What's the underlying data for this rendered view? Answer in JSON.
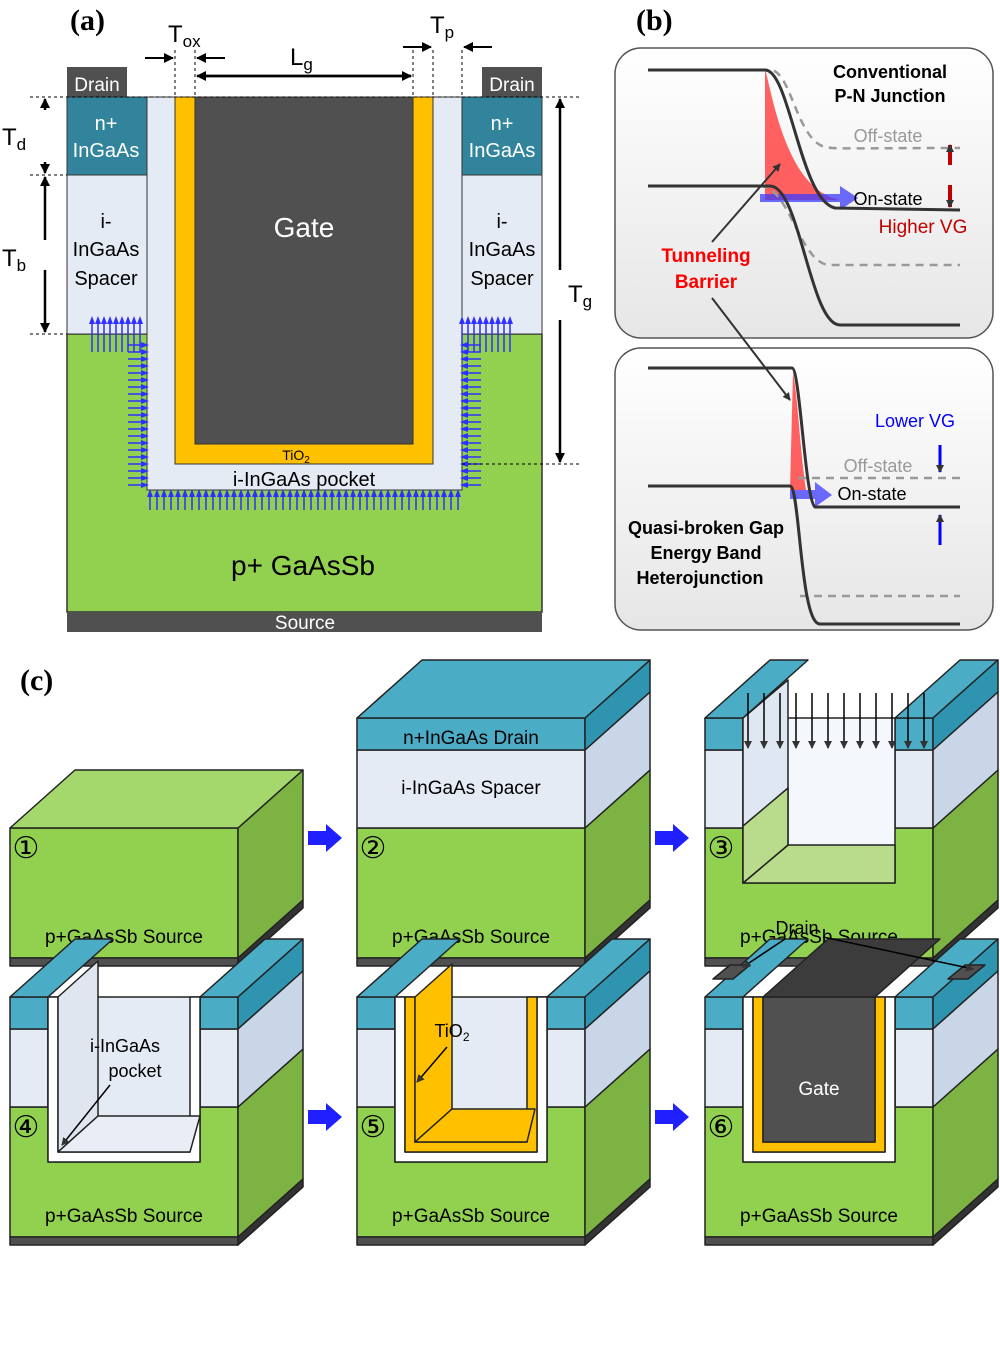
{
  "panels": {
    "a": "(a)",
    "b": "(b)",
    "c": "(c)"
  },
  "panel_a": {
    "drain_left": "Drain",
    "drain_right": "Drain",
    "n_plus": "n+",
    "ingaas": "InGaAs",
    "i_dash": "i-",
    "spacer_ingaas": "InGaAs",
    "spacer": "Spacer",
    "gate": "Gate",
    "tio2": "TiO",
    "tio2_sub": "2",
    "pocket": "i-InGaAs pocket",
    "substrate": "p+ GaAsSb",
    "source": "Source",
    "dim_tox": "T",
    "dim_tox_sub": "ox",
    "dim_lg": "L",
    "dim_lg_sub": "g",
    "dim_tp": "T",
    "dim_tp_sub": "p",
    "dim_td": "T",
    "dim_td_sub": "d",
    "dim_tb": "T",
    "dim_tb_sub": "b",
    "dim_tg": "T",
    "dim_tg_sub": "g"
  },
  "panel_b": {
    "conv_line1": "Conventional",
    "conv_line2": "P-N Junction",
    "off_state_top": "Off-state",
    "on_state_top": "On-state",
    "higher_vg": "Higher VG",
    "tunneling": "Tunneling",
    "barrier": "Barrier",
    "lower_vg": "Lower VG",
    "off_state_bottom": "Off-state",
    "on_state_bottom": "On-state",
    "quasi1": "Quasi-broken Gap",
    "quasi2": "Energy Band",
    "quasi3": "Heterojunction"
  },
  "panel_c": {
    "steps": [
      "①",
      "②",
      "③",
      "④",
      "⑤",
      "⑥"
    ],
    "source_label": "p+GaAsSb Source",
    "drain_layer": "n+InGaAs Drain",
    "spacer_layer": "i-InGaAs Spacer",
    "pocket1": "i-InGaAs",
    "pocket2": "pocket",
    "tio2": "TiO",
    "tio2_sub": "2",
    "drain": "Drain",
    "gate": "Gate"
  },
  "colors": {
    "green": "#92d050",
    "teal": "#4bacc6",
    "pale": "#e4ebf5",
    "gate": "#505050",
    "oxide": "#ffc000",
    "red": "#ff5050",
    "blue": "#2f2fff"
  }
}
